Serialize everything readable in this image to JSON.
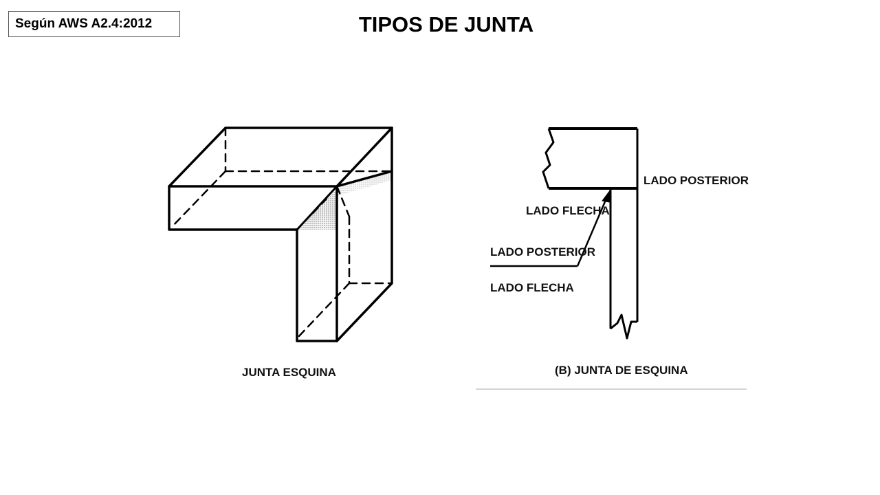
{
  "header": {
    "standard": "Según AWS A2.4:2012",
    "title": "TIPOS DE JUNTA"
  },
  "left_figure": {
    "caption": "JUNTA ESQUINA"
  },
  "right_figure": {
    "caption": "(B) JUNTA DE ESQUINA",
    "labels": {
      "lado_posterior_top": "LADO POSTERIOR",
      "lado_flecha_top": "LADO FLECHA",
      "lado_posterior_line": "LADO POSTERIOR",
      "lado_flecha_bottom": "LADO FLECHA"
    }
  }
}
